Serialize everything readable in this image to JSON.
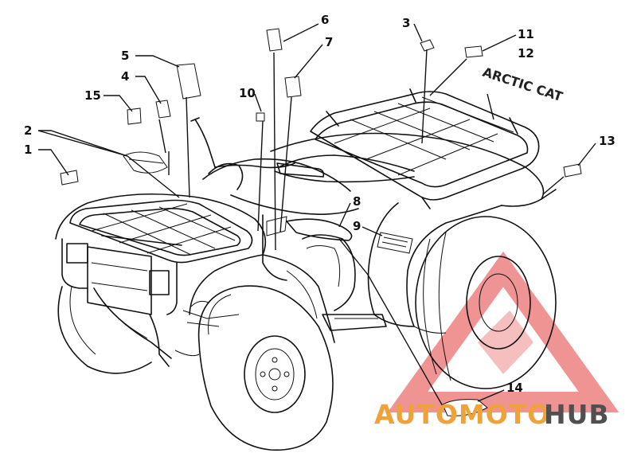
{
  "callouts": [
    {
      "n": "1"
    },
    {
      "n": "2"
    },
    {
      "n": "3"
    },
    {
      "n": "4"
    },
    {
      "n": "5"
    },
    {
      "n": "6"
    },
    {
      "n": "7"
    },
    {
      "n": "8"
    },
    {
      "n": "9"
    },
    {
      "n": "10"
    },
    {
      "n": "11"
    },
    {
      "n": "12"
    },
    {
      "n": "13"
    },
    {
      "n": "14"
    },
    {
      "n": "15"
    }
  ],
  "decal_text": "ARCTIC CAT",
  "watermark": {
    "word_a": "AUTOMOTO",
    "word_b": "HUB",
    "color_a": "#f0a23a",
    "color_b": "#505050",
    "triangle_color": "#e23c3c"
  }
}
